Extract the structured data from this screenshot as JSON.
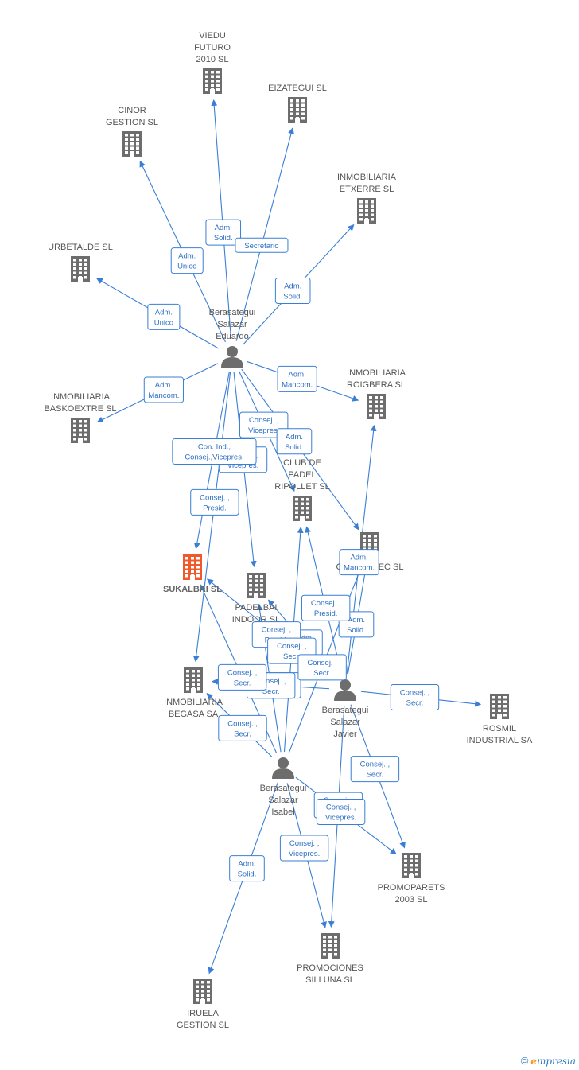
{
  "colors": {
    "edge": "#3a7fd5",
    "company": "#6d6d6d",
    "main_company": "#f0592a",
    "person": "#6d6d6d"
  },
  "companies": [
    {
      "id": "viedu",
      "lines": [
        "VIEDU",
        "FUTURO",
        "2010 SL"
      ],
      "main": false
    },
    {
      "id": "eizategui",
      "lines": [
        "EIZATEGUI SL"
      ],
      "main": false
    },
    {
      "id": "cinor",
      "lines": [
        "CINOR",
        "GESTION SL"
      ],
      "main": false
    },
    {
      "id": "etxerre",
      "lines": [
        "INMOBILIARIA",
        "ETXERRE SL"
      ],
      "main": false
    },
    {
      "id": "urbetalde",
      "lines": [
        "URBETALDE SL"
      ],
      "main": false
    },
    {
      "id": "baskoextre",
      "lines": [
        "INMOBILIARIA",
        "BASKOEXTRE SL"
      ],
      "main": false
    },
    {
      "id": "roigbera",
      "lines": [
        "INMOBILIARIA",
        "ROIGBERA SL"
      ],
      "main": false
    },
    {
      "id": "clubpadel",
      "lines": [
        "CLUB DE",
        "PADEL",
        "RIPOLLET SL"
      ],
      "main": false
    },
    {
      "id": "sukalbai",
      "lines": [
        "SUKALBAI SL"
      ],
      "main": true
    },
    {
      "id": "padelbai",
      "lines": [
        "PADELBAI",
        "INDOOR SL"
      ],
      "main": false
    },
    {
      "id": "conbastec",
      "lines": [
        "CONBASTEC SL"
      ],
      "main": false
    },
    {
      "id": "begasa",
      "lines": [
        "INMOBILIARIA",
        "BEGASA SA"
      ],
      "main": false
    },
    {
      "id": "rosmil",
      "lines": [
        "ROSMIL",
        "INDUSTRIAL SA"
      ],
      "main": false
    },
    {
      "id": "promoparets",
      "lines": [
        "PROMOPARETS",
        "2003 SL"
      ],
      "main": false
    },
    {
      "id": "silluna",
      "lines": [
        "PROMOCIONES",
        "SILLUNA SL"
      ],
      "main": false
    },
    {
      "id": "iruela",
      "lines": [
        "IRUELA",
        "GESTION SL"
      ],
      "main": false
    }
  ],
  "persons": [
    {
      "id": "eduardo",
      "lines": [
        "Berasategui",
        "Salazar",
        "Eduardo"
      ]
    },
    {
      "id": "javier",
      "lines": [
        "Berasategui",
        "Salazar",
        "Javier"
      ]
    },
    {
      "id": "isabel",
      "lines": [
        "Berasategui",
        "Salazar",
        "Isabel"
      ]
    }
  ],
  "relations": [
    {
      "from": "eduardo",
      "to": "viedu",
      "role": [
        "Adm.",
        "Solid."
      ]
    },
    {
      "from": "eduardo",
      "to": "eizategui",
      "role": [
        "Secretario"
      ]
    },
    {
      "from": "eduardo",
      "to": "cinor",
      "role": [
        "Adm.",
        "Unico"
      ]
    },
    {
      "from": "eduardo",
      "to": "etxerre",
      "role": [
        "Adm.",
        "Solid."
      ]
    },
    {
      "from": "eduardo",
      "to": "urbetalde",
      "role": [
        "Adm.",
        "Unico"
      ]
    },
    {
      "from": "eduardo",
      "to": "baskoextre",
      "role": [
        "Adm.",
        "Mancom."
      ]
    },
    {
      "from": "eduardo",
      "to": "roigbera",
      "role": [
        "Adm.",
        "Mancom."
      ]
    },
    {
      "from": "eduardo",
      "to": "clubpadel",
      "role": [
        "Consej. ,",
        "Vicepres."
      ]
    },
    {
      "from": "eduardo",
      "to": "conbastec",
      "role": [
        "Adm.",
        "Solid."
      ]
    },
    {
      "from": "eduardo",
      "to": "padelbai",
      "role": [
        "Consej. ,",
        "Vicepres."
      ]
    },
    {
      "from": "eduardo",
      "to": "sukalbai",
      "role": [
        "Con.  Ind.,",
        "Consej.,Vicepres."
      ]
    },
    {
      "from": "eduardo",
      "to": "begasa",
      "role": [
        "Consej. ,",
        "Presid."
      ]
    },
    {
      "from": "javier",
      "to": "roigbera",
      "role": [
        "Adm.",
        "Mancom."
      ]
    },
    {
      "from": "javier",
      "to": "conbastec",
      "role": [
        "Adm.",
        "Solid."
      ]
    },
    {
      "from": "javier",
      "to": "clubpadel",
      "role": [
        "Consej. ,",
        "Presid."
      ]
    },
    {
      "from": "javier",
      "to": "padelbai",
      "role": [
        "Adm.",
        "Solid."
      ]
    },
    {
      "from": "javier",
      "to": "sukalbai",
      "role": [
        "Consej. ,",
        "Presid."
      ]
    },
    {
      "from": "javier",
      "to": "begasa",
      "role": [
        "Consej. ,",
        "Secr."
      ]
    },
    {
      "from": "javier",
      "to": "rosmil",
      "role": [
        "Consej. ,",
        "Secr."
      ]
    },
    {
      "from": "javier",
      "to": "promoparets",
      "role": [
        "Consej. ,",
        "Secr."
      ]
    },
    {
      "from": "javier",
      "to": "silluna",
      "role": [
        "Consej. ,",
        "Secr."
      ]
    },
    {
      "from": "isabel",
      "to": "padelbai",
      "role": [
        "Consej. ,",
        "Secr."
      ]
    },
    {
      "from": "isabel",
      "to": "clubpadel",
      "role": [
        "Consej. ,",
        "Secr."
      ]
    },
    {
      "from": "isabel",
      "to": "sukalbai",
      "role": [
        "Consej. ,",
        "Secr."
      ]
    },
    {
      "from": "isabel",
      "to": "begasa",
      "role": [
        "Consej. ,",
        "Secr."
      ]
    },
    {
      "from": "isabel",
      "to": "conbastec",
      "role": [
        "Consej. ,",
        "Secr."
      ]
    },
    {
      "from": "isabel",
      "to": "promoparets",
      "role": [
        "Consej. ,",
        "Vicepres."
      ]
    },
    {
      "from": "isabel",
      "to": "silluna",
      "role": [
        "Consej. ,",
        "Vicepres."
      ]
    },
    {
      "from": "isabel",
      "to": "iruela",
      "role": [
        "Adm.",
        "Solid."
      ]
    }
  ],
  "footer": {
    "copyright": "©",
    "brand_initial": "e",
    "brand_rest": "mpresia"
  }
}
